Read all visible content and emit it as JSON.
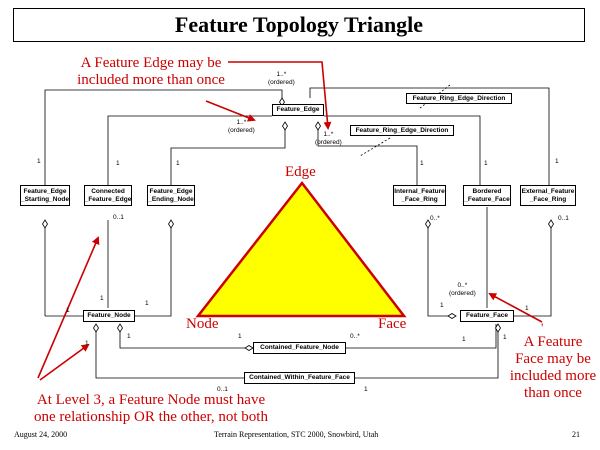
{
  "title": "Feature Topology Triangle",
  "classes": {
    "feature_edge": "Feature_Edge",
    "ring_dir_top": "Feature_Ring_Edge_Direction",
    "ring_dir_mid": "Feature_Ring_Edge_Direction",
    "edge_starting_node": "Feature_Edge\n_Starting_Node",
    "connected_feature_edge": "Connected\n_Feature_Edge",
    "edge_ending_node": "Feature_Edge\n_Ending_Node",
    "internal_face_ring": "Internal_Feature\n_Face_Ring",
    "bordered_feature_face": "Bordered\n_Feature_Face",
    "external_face_ring": "External_Feature\n_Face_Ring",
    "feature_node": "Feature_Node",
    "feature_face": "Feature_Face",
    "contained_feature_node": "Contained_Feature_Node",
    "contained_within_feature_face": "Contained_Within_Feature_Face"
  },
  "multiplicities": {
    "top_ordered": "1..*\n(ordered)",
    "left_ordered": "1..*\n(ordered)",
    "right_ordered": "1..*\n(ordered)",
    "face_ordered": "0..*\n(ordered)",
    "start_top": "1",
    "conn_top": "1",
    "end_top": "1",
    "internal_top": "1",
    "bordered_top": "1",
    "external_top": "1",
    "conn_bottom": "0..1",
    "internal_bottom": "0..*",
    "external_bottom": "0..1",
    "node_left": "1",
    "node_right": "1",
    "node_under_a": "1",
    "node_under_b": "1",
    "node_below": "1",
    "face_right": "1",
    "face_under": "1",
    "cfn_left": "1",
    "cfn_right": "0..*",
    "cwf_left": "0..1",
    "cwf_right": "1",
    "face_left": "1",
    "face_left2": "1"
  },
  "triangle": {
    "edge_label": "Edge",
    "node_label": "Node",
    "face_label": "Face",
    "fill_color": "#ffff00",
    "stroke_color": "#cc0000"
  },
  "annotations": {
    "edge_note": "A Feature Edge may be\nincluded more than once",
    "face_note": "A Feature\nFace may be\nincluded more\nthan once",
    "node_note": "At Level 3, a Feature Node must have\none relationship OR the other, not both",
    "corner_mark": "'"
  },
  "footer": {
    "date": "August 24, 2000",
    "center": "Terrain Representation, STC 2000, Snowbird, Utah",
    "page": "21"
  },
  "colors": {
    "annotation_red": "#cc0000",
    "line_black": "#000000"
  }
}
